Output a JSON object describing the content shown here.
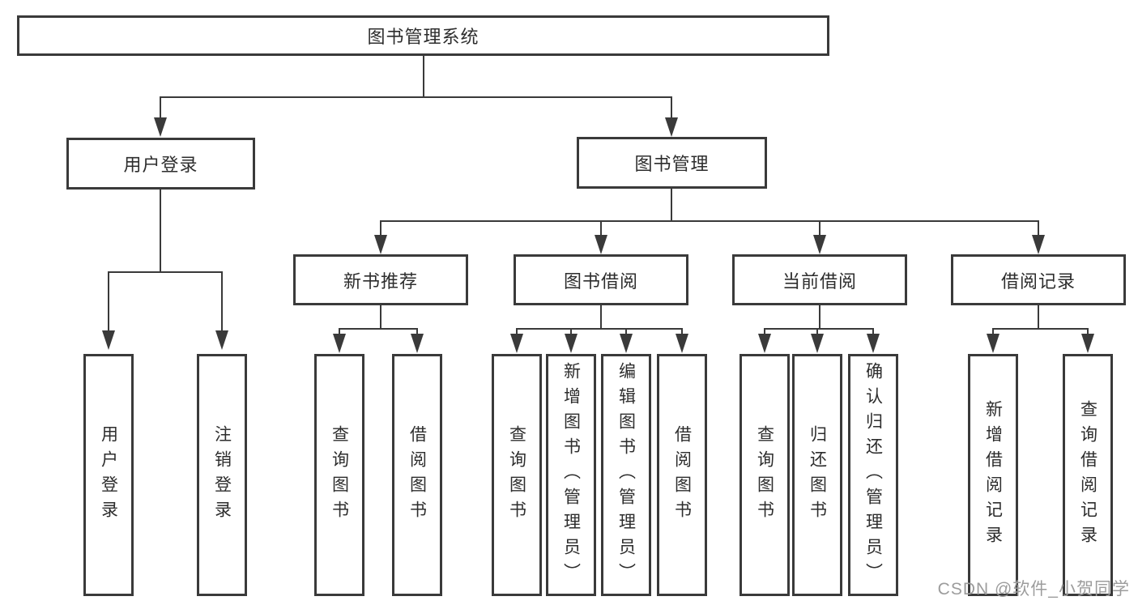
{
  "diagram_title": "图书管理系统",
  "nodes": {
    "root": "图书管理系统",
    "login": {
      "label": "用户登录",
      "children": [
        "用户登录",
        "注销登录"
      ]
    },
    "management": {
      "label": "图书管理",
      "modules": [
        {
          "label": "新书推荐",
          "children": [
            "查询图书",
            "借阅图书"
          ]
        },
        {
          "label": "图书借阅",
          "children": [
            "查询图书",
            "新增图书（管理员）",
            "编辑图书（管理员）",
            "借阅图书"
          ]
        },
        {
          "label": "当前借阅",
          "children": [
            "查询图书",
            "归还图书",
            "确认归还（管理员）"
          ]
        },
        {
          "label": "借阅记录",
          "children": [
            "新增借阅记录",
            "查询借阅记录"
          ]
        }
      ]
    }
  },
  "watermark": {
    "text": "CSDN @软件_小贺同学"
  },
  "colors": {
    "stroke": "#3a3a3a",
    "text": "#2d2d2d",
    "watermark": "#9c9c9c",
    "background": "#ffffff"
  }
}
